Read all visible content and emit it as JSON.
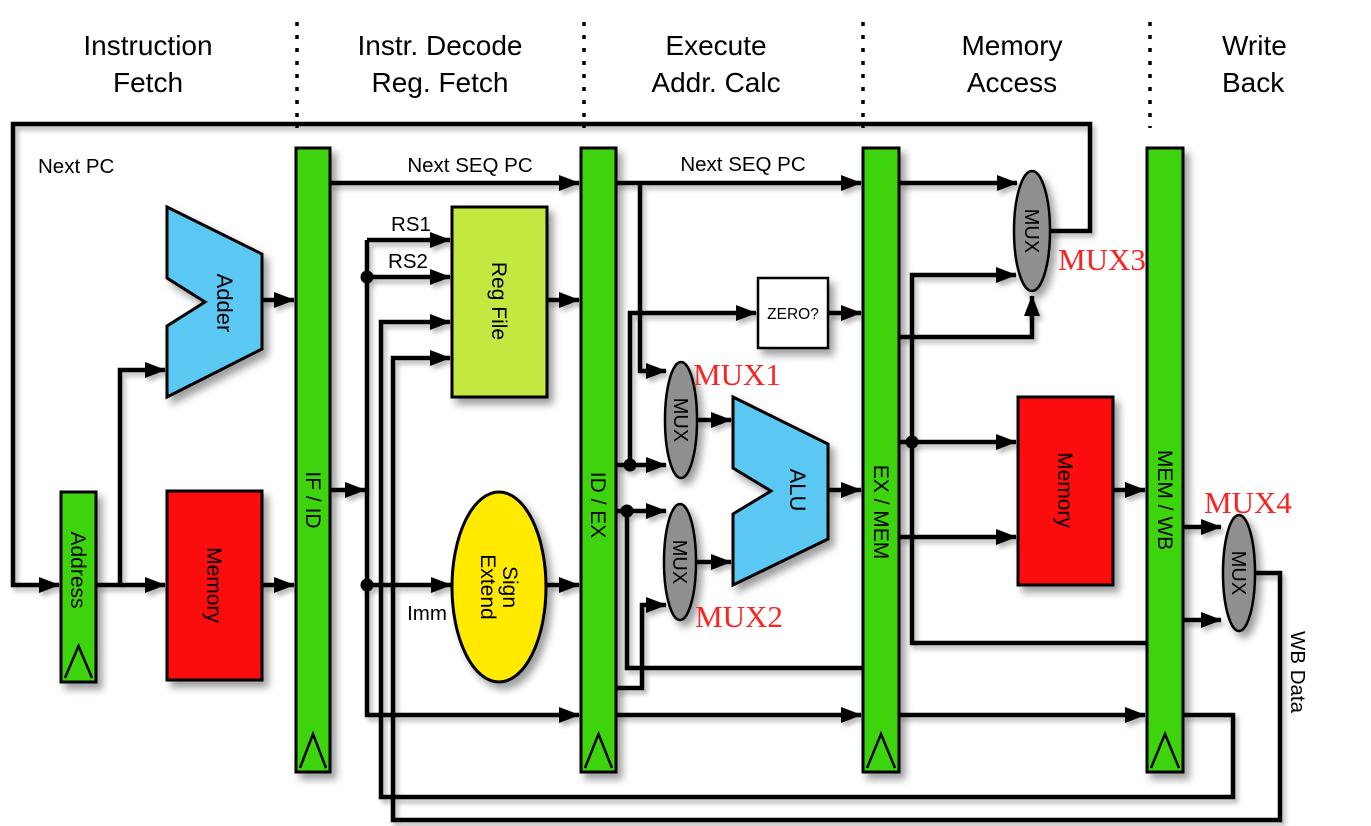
{
  "stage_headers": [
    {
      "line1": "Instruction",
      "line2": "Fetch"
    },
    {
      "line1": "Instr. Decode",
      "line2": "Reg. Fetch"
    },
    {
      "line1": "Execute",
      "line2": "Addr. Calc"
    },
    {
      "line1": "Memory",
      "line2": "Access"
    },
    {
      "line1": "Write",
      "line2": "Back"
    }
  ],
  "pipeline_registers": {
    "address": "Address",
    "if_id": "IF / ID",
    "id_ex": "ID / EX",
    "ex_mem": "EX / MEM",
    "mem_wb": "MEM / WB"
  },
  "blocks": {
    "adder": "Adder",
    "memory_if": "Memory",
    "reg_file": "Reg File",
    "sign_extend_line1": "Sign",
    "sign_extend_line2": "Extend",
    "zero_detect": "ZERO?",
    "alu": "ALU",
    "memory_mem": "Memory"
  },
  "mux_label": "MUX",
  "mux_annotations": {
    "mux1": "MUX1",
    "mux2": "MUX2",
    "mux3": "MUX3",
    "mux4": "MUX4"
  },
  "wire_labels": {
    "next_pc": "Next PC",
    "next_seq_pc_id": "Next SEQ PC",
    "next_seq_pc_ex": "Next SEQ PC",
    "rs1": "RS1",
    "rs2": "RS2",
    "imm": "Imm",
    "wb_data": "WB Data"
  },
  "colors": {
    "register_green": "#3CD40C",
    "block_red": "#FB0707",
    "alu_cyan": "#5AC8F2",
    "regfile_lime": "#C3E840",
    "signextend_yellow": "#FFEA00",
    "mux_gray": "#8F8F8F",
    "annotation_red": "#FC2222",
    "wire_black": "#000000",
    "background": "#FFFFFF"
  }
}
